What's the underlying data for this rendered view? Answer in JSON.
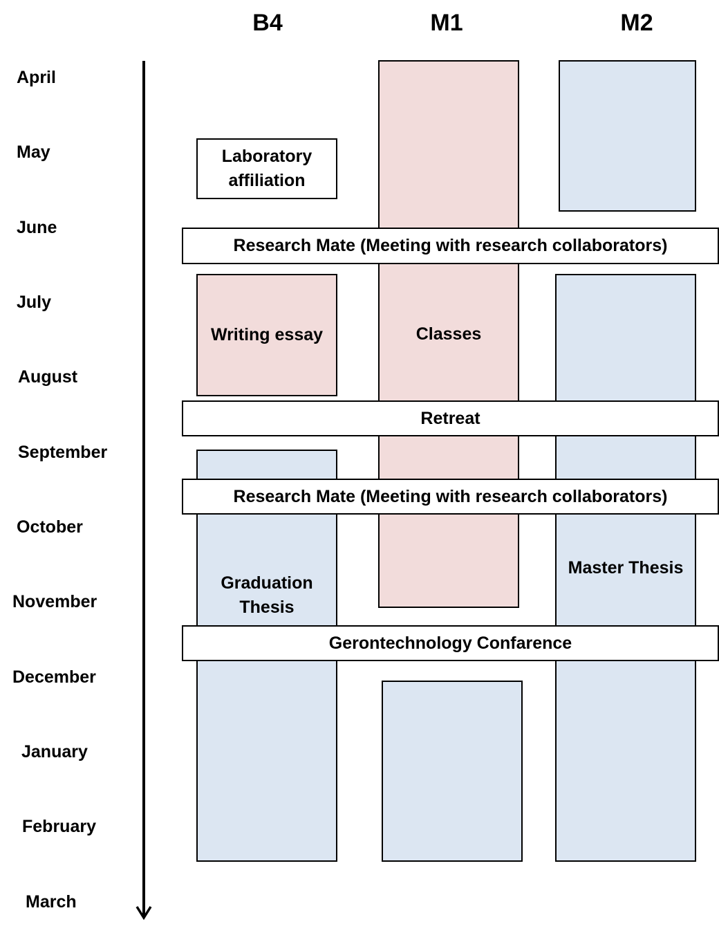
{
  "columns": [
    "B4",
    "M1",
    "M2"
  ],
  "months": [
    "April",
    "May",
    "June",
    "July",
    "August",
    "September",
    "October",
    "November",
    "December",
    "January",
    "February",
    "March"
  ],
  "boxes": {
    "lab_affiliation": "Laboratory affiliation",
    "writing_essay": "Writing essay",
    "classes": "Classes",
    "graduation_thesis": "Graduation Thesis",
    "master_thesis": "Master Thesis"
  },
  "events": {
    "research_mate_1": "Research Mate (Meeting with research collaborators)",
    "retreat": "Retreat",
    "research_mate_2": "Research Mate (Meeting with research collaborators)",
    "conference": "Gerontechnology Confarence"
  },
  "colors": {
    "pink": "#f2dcdb",
    "blue": "#dce6f2"
  }
}
